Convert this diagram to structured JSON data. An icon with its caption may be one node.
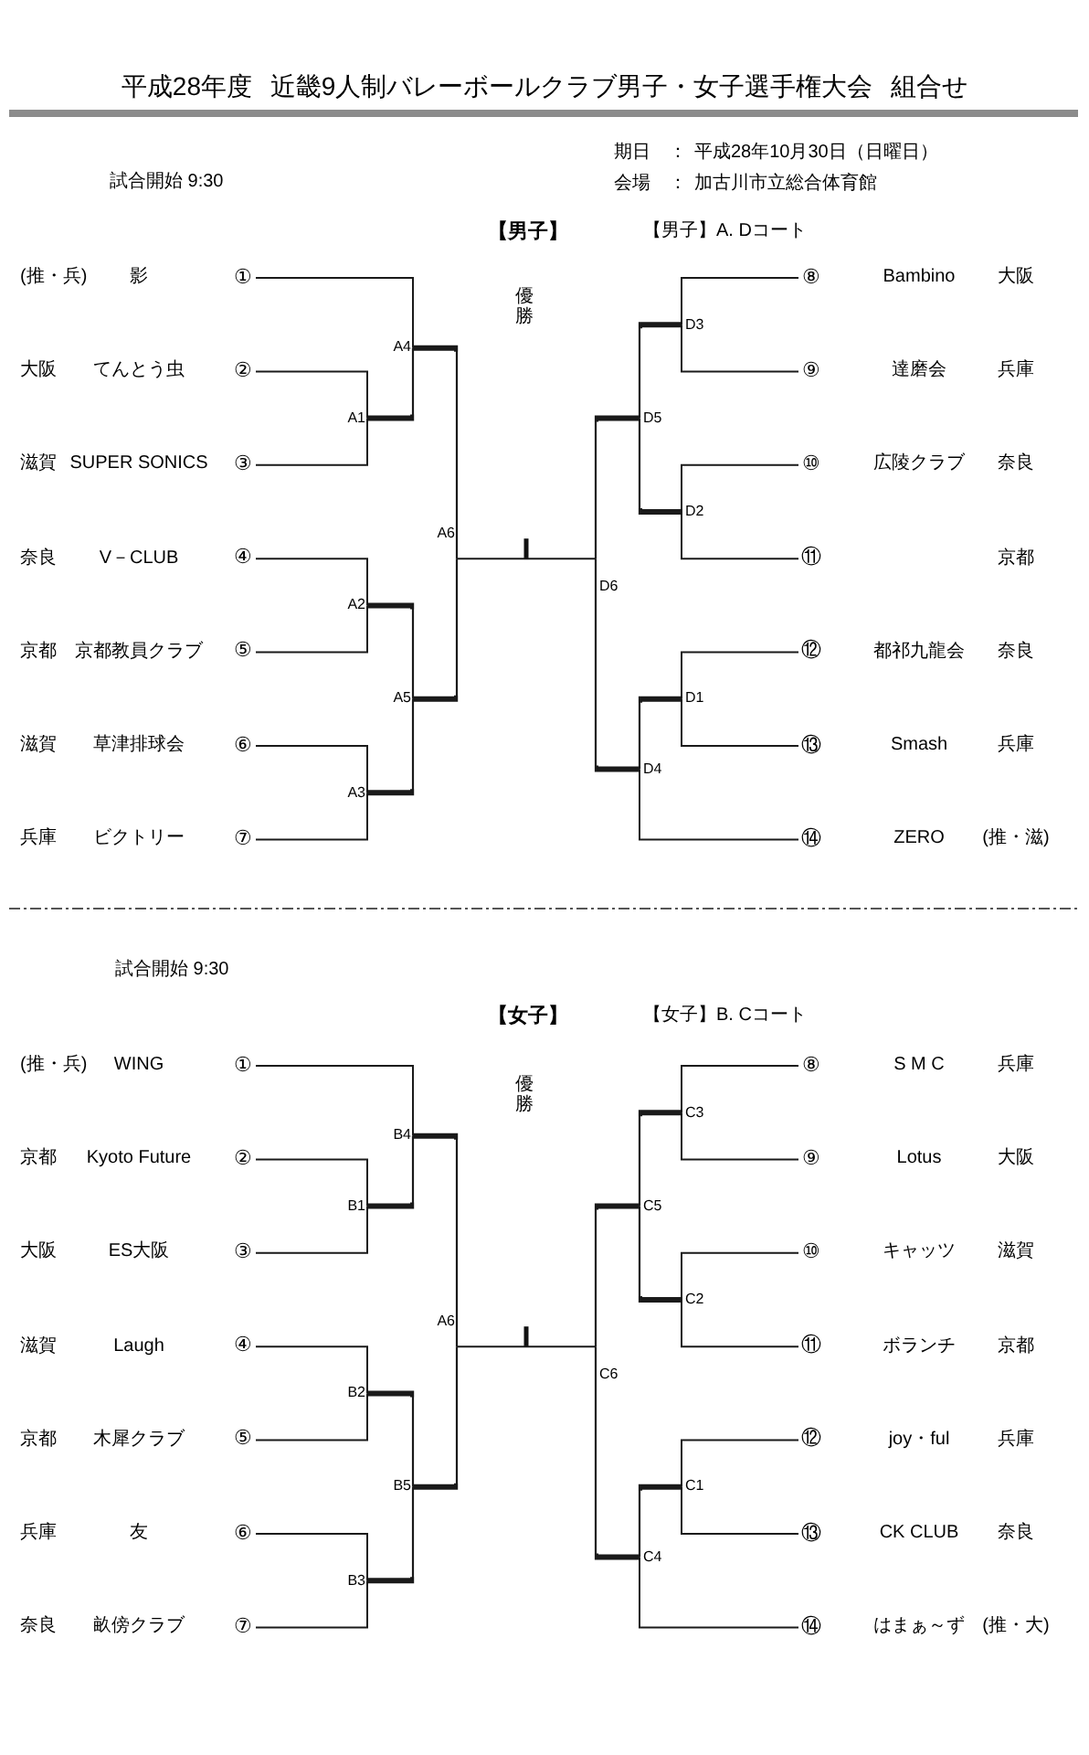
{
  "diagram": {
    "title": "平成28年度 近畿9人制バレーボールクラブ男子・女子選手権大会 組合せ",
    "nodes": [
      {
        "text": [
          "①"
        ],
        "beside": [
          "(推・兵)",
          "影"
        ]
      },
      {
        "text": [
          "②"
        ],
        "beside": [
          "大阪",
          "てんとう虫"
        ]
      },
      {
        "text": [
          "③"
        ],
        "beside": [
          "滋賀",
          "SUPER SONICS"
        ]
      },
      {
        "text": [
          "④"
        ],
        "beside": [
          "奈良",
          "V－CLUB"
        ]
      },
      {
        "text": [
          "⑤"
        ],
        "beside": [
          "京都",
          "京都教員クラブ"
        ]
      },
      {
        "text": [
          "⑥"
        ],
        "beside": [
          "滋賀",
          "草津排球会"
        ]
      },
      {
        "text": [
          "⑦"
        ],
        "beside": [
          "兵庫",
          "ビクトリー"
        ]
      },
      {
        "text": [
          "⑧"
        ],
        "beside": [
          "Bambino",
          "大阪"
        ]
      },
      {
        "text": [
          "⑨"
        ],
        "beside": [
          "達磨会",
          "兵庫"
        ]
      },
      {
        "text": [
          "⑩"
        ],
        "beside": [
          "広陵クラブ",
          "奈良"
        ]
      },
      {
        "text": [
          "⑪"
        ]
      },
      {
        "text": [
          "⑫"
        ],
        "beside": [
          "都祁九龍会",
          "奈良"
        ]
      },
      {
        "text": [
          "⑬"
        ],
        "beside": [
          "Smash",
          "兵庫"
        ]
      },
      {
        "text": [
          "⑭"
        ],
        "beside": [
          "ZERO",
          "(推・滋)"
        ]
      },
      {
        "text": [
          "A1"
        ]
      },
      {
        "text": [
          "A2"
        ]
      },
      {
        "text": [
          "A3"
        ]
      },
      {
        "text": [
          "A4"
        ]
      },
      {
        "text": [
          "A5"
        ]
      },
      {
        "text": [
          "A6"
        ]
      },
      {
        "text": [
          "D1"
        ]
      },
      {
        "text": [
          "D2"
        ]
      },
      {
        "text": [
          "D3"
        ]
      },
      {
        "text": [
          "D4"
        ]
      },
      {
        "text": [
          "D5"
        ]
      },
      {
        "text": [
          "D6"
        ]
      },
      {
        "text": [
          "①"
        ],
        "beside": [
          "(推・兵)",
          "WING"
        ]
      },
      {
        "text": [
          "②"
        ],
        "beside": [
          "京都",
          "Kyoto Future"
        ]
      },
      {
        "text": [
          "③"
        ],
        "beside": [
          "大阪",
          "ES大阪"
        ]
      },
      {
        "text": [
          "④"
        ],
        "beside": [
          "滋賀",
          "Laugh"
        ]
      },
      {
        "text": [
          "⑤"
        ],
        "beside": [
          "京都",
          "木犀クラブ"
        ]
      },
      {
        "text": [
          "⑥"
        ],
        "beside": [
          "兵庫",
          "友"
        ]
      },
      {
        "text": [
          "⑦"
        ],
        "beside": [
          "奈良",
          "畝傍クラブ"
        ]
      },
      {
        "text": [
          "⑧"
        ],
        "beside": [
          "S M C",
          "兵庫"
        ]
      },
      {
        "text": [
          "⑨"
        ],
        "beside": [
          "Lotus",
          "大阪"
        ]
      },
      {
        "text": [
          "⑩"
        ],
        "beside": [
          "キャッツ",
          "滋賀"
        ]
      },
      {
        "text": [
          "⑪"
        ],
        "beside": [
          "ボランチ",
          "京都"
        ]
      },
      {
        "text": [
          "⑫"
        ],
        "beside": [
          "joy・ful",
          "兵庫"
        ]
      },
      {
        "text": [
          "⑬"
        ],
        "beside": [
          "CK CLUB",
          "奈良"
        ]
      },
      {
        "text": [
          "⑭"
        ],
        "beside": [
          "はまぁ～ず",
          "(推・大)"
        ]
      },
      {
        "text": [
          "B1"
        ]
      },
      {
        "text": [
          "B2"
        ]
      },
      {
        "text": [
          "B3"
        ]
      },
      {
        "text": [
          "B4"
        ]
      },
      {
        "text": [
          "B5"
        ]
      },
      {
        "text": [
          "A6"
        ]
      },
      {
        "text": [
          "C1"
        ]
      },
      {
        "text": [
          "C2"
        ]
      },
      {
        "text": [
          "C3"
        ]
      },
      {
        "text": [
          "C4"
        ]
      },
      {
        "text": [
          "C5"
        ]
      },
      {
        "text": [
          "C6"
        ]
      }
    ],
    "edges": [
      {
        "from": 0,
        "to": 17,
        "arrow": "none"
      },
      {
        "from": 1,
        "to": 14,
        "arrow": "none"
      },
      {
        "from": 2,
        "to": 14,
        "arrow": "none"
      },
      {
        "from": 14,
        "to": 17,
        "arrow": "none",
        "style": "thick"
      },
      {
        "from": 3,
        "to": 15,
        "arrow": "none"
      },
      {
        "from": 4,
        "to": 15,
        "arrow": "none"
      },
      {
        "from": 15,
        "to": 18,
        "arrow": "none",
        "style": "thick"
      },
      {
        "from": 5,
        "to": 16,
        "arrow": "none"
      },
      {
        "from": 6,
        "to": 16,
        "arrow": "none"
      },
      {
        "from": 16,
        "to": 18,
        "arrow": "none",
        "style": "thick"
      },
      {
        "from": 17,
        "to": 19,
        "arrow": "none",
        "style": "thick"
      },
      {
        "from": 18,
        "to": 19,
        "arrow": "none",
        "style": "thick"
      },
      {
        "from": 19,
        "to": 25,
        "arrow": "none"
      },
      {
        "from": 7,
        "to": 22,
        "arrow": "none"
      },
      {
        "from": 8,
        "to": 22,
        "arrow": "none"
      },
      {
        "from": 22,
        "to": 24,
        "arrow": "none",
        "style": "thick"
      },
      {
        "from": 9,
        "to": 21,
        "arrow": "none"
      },
      {
        "from": 10,
        "to": 21,
        "arrow": "none"
      },
      {
        "from": 21,
        "to": 24,
        "arrow": "none",
        "style": "thick"
      },
      {
        "from": 11,
        "to": 20,
        "arrow": "none"
      },
      {
        "from": 12,
        "to": 20,
        "arrow": "none"
      },
      {
        "from": 20,
        "to": 23,
        "arrow": "none",
        "style": "thick"
      },
      {
        "from": 13,
        "to": 23,
        "arrow": "none"
      },
      {
        "from": 24,
        "to": 25,
        "arrow": "none",
        "style": "thick"
      },
      {
        "from": 23,
        "to": 25,
        "arrow": "none",
        "style": "thick"
      },
      {
        "from": 26,
        "to": 43,
        "arrow": "none"
      },
      {
        "from": 27,
        "to": 40,
        "arrow": "none"
      },
      {
        "from": 28,
        "to": 40,
        "arrow": "none"
      },
      {
        "from": 40,
        "to": 43,
        "arrow": "none",
        "style": "thick"
      },
      {
        "from": 29,
        "to": 41,
        "arrow": "none"
      },
      {
        "from": 30,
        "to": 41,
        "arrow": "none"
      },
      {
        "from": 41,
        "to": 44,
        "arrow": "none",
        "style": "thick"
      },
      {
        "from": 31,
        "to": 42,
        "arrow": "none"
      },
      {
        "from": 32,
        "to": 42,
        "arrow": "none"
      },
      {
        "from": 42,
        "to": 44,
        "arrow": "none",
        "style": "thick"
      },
      {
        "from": 43,
        "to": 45,
        "arrow": "none",
        "style": "thick"
      },
      {
        "from": 44,
        "to": 45,
        "arrow": "none",
        "style": "thick"
      },
      {
        "from": 45,
        "to": 51,
        "arrow": "none"
      },
      {
        "from": 33,
        "to": 48,
        "arrow": "none"
      },
      {
        "from": 34,
        "to": 48,
        "arrow": "none"
      },
      {
        "from": 48,
        "to": 50,
        "arrow": "none",
        "style": "thick"
      },
      {
        "from": 35,
        "to": 47,
        "arrow": "none"
      },
      {
        "from": 36,
        "to": 47,
        "arrow": "none"
      },
      {
        "from": 47,
        "to": 50,
        "arrow": "none",
        "style": "thick"
      },
      {
        "from": 37,
        "to": 46,
        "arrow": "none"
      },
      {
        "from": 38,
        "to": 46,
        "arrow": "none"
      },
      {
        "from": 46,
        "to": 49,
        "arrow": "none",
        "style": "thick"
      },
      {
        "from": 39,
        "to": 49,
        "arrow": "none"
      },
      {
        "from": 50,
        "to": 51,
        "arrow": "none",
        "style": "thick"
      },
      {
        "from": 49,
        "to": 51,
        "arrow": "none",
        "style": "thick"
      }
    ],
    "labels": [
      "期日",
      "：",
      "平成28年10月30日（日曜日）",
      "試合開始 9:30",
      "会場",
      "：",
      "加古川市立総合体育館",
      "【男子】",
      "【男子】A. Dコート",
      "優勝",
      "京都",
      "試合開始 9:30",
      "【女子】",
      "【女子】B. Cコート",
      "優勝"
    ]
  }
}
